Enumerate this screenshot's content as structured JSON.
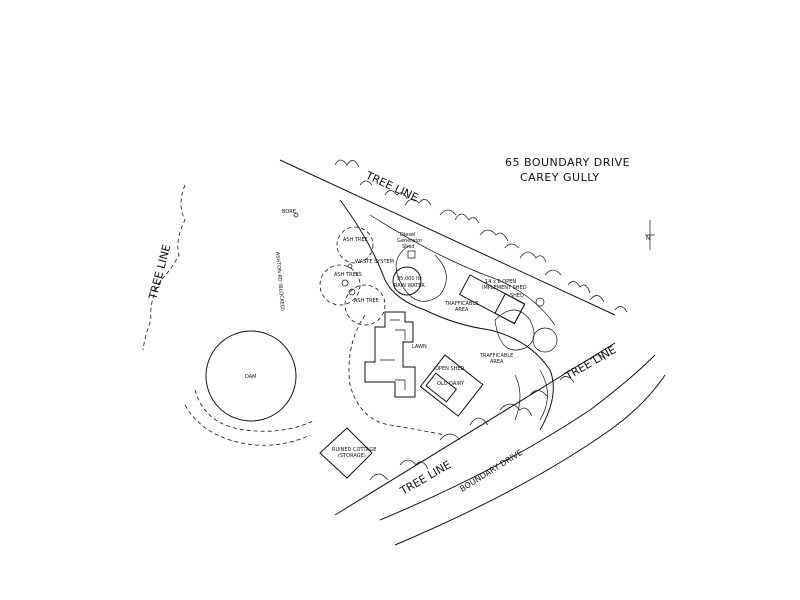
{
  "title": {
    "address_line1": "65 BOUNDARY DRIVE",
    "address_line2": "CAREY GULLY"
  },
  "labels": {
    "tree_line_top": "TREE LINE",
    "tree_line_left": "TREE LINE",
    "tree_line_right": "TREE LINE",
    "tree_line_bottom": "TREE LINE",
    "bore": "BORE",
    "ash_tree_1": "ASH TREE",
    "waste_system": "WASTE SYSTEM",
    "ash_trees": "ASH TREES",
    "ash_tree_2": "ASH TREE",
    "diesel_line1": "Diesel",
    "diesel_line2": "Generator",
    "diesel_line3": "Shed",
    "water_line1": "95,000 ltr",
    "water_line2": "RAIN WATER",
    "implement_line1": "14 x 6 OPEN",
    "implement_line2": "IMPLEMENT SHED",
    "shed": "SHED",
    "trafficable_1_line1": "TRAFFICABLE",
    "trafficable_1_line2": "AREA",
    "trafficable_2_line1": "TRAFFICABLE",
    "trafficable_2_line2": "AREA",
    "lawn": "LAWN",
    "open_shed": "OPEN SHED",
    "old_dairy": "OLD DAIRY",
    "dam": "DAM",
    "cottage_line1": "RUINED COTTAGE",
    "cottage_line2": "(STORAGE)",
    "boundary_drive": "BOUNDARY DRIVE",
    "side_road": "ASHTON RD (BLOCKED)",
    "north": "N"
  }
}
